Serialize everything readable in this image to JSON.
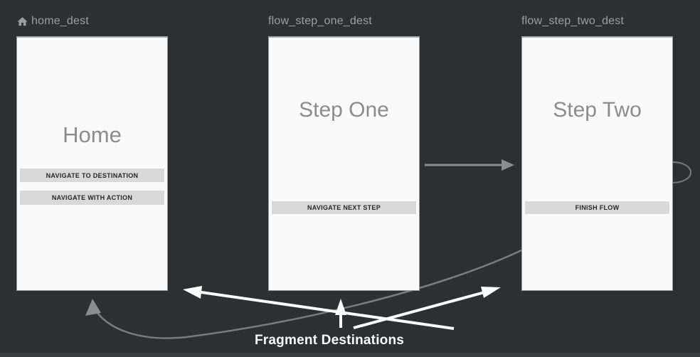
{
  "window": {
    "background": "#2d2f31",
    "bottom_bar_color": "#3b3e40"
  },
  "destinations": [
    {
      "label": "home_dest",
      "icon": "home-icon",
      "title": "Home",
      "buttons": [
        "NAVIGATE TO DESTINATION",
        "NAVIGATE WITH ACTION"
      ]
    },
    {
      "label": "flow_step_one_dest",
      "title": "Step One",
      "buttons": [
        "NAVIGATE NEXT STEP"
      ]
    },
    {
      "label": "flow_step_two_dest",
      "title": "Step Two",
      "buttons": [
        "FINISH FLOW"
      ]
    }
  ],
  "edges": {
    "step_one_to_step_two": "action-edge",
    "step_two_loop": "action-edge-loop",
    "finish_flow_to_home": "action-edge-return"
  },
  "annotation": {
    "label": "Fragment Destinations"
  },
  "colors": {
    "card_bg": "#fafafa",
    "card_border": "#97999b",
    "title_text": "#8c8c8c",
    "label_text": "#9c9ea0",
    "button_bg": "#d9d9d9",
    "button_text": "#262626",
    "edge_gray": "#8a8c8e",
    "annotation_white": "#fafafa"
  }
}
